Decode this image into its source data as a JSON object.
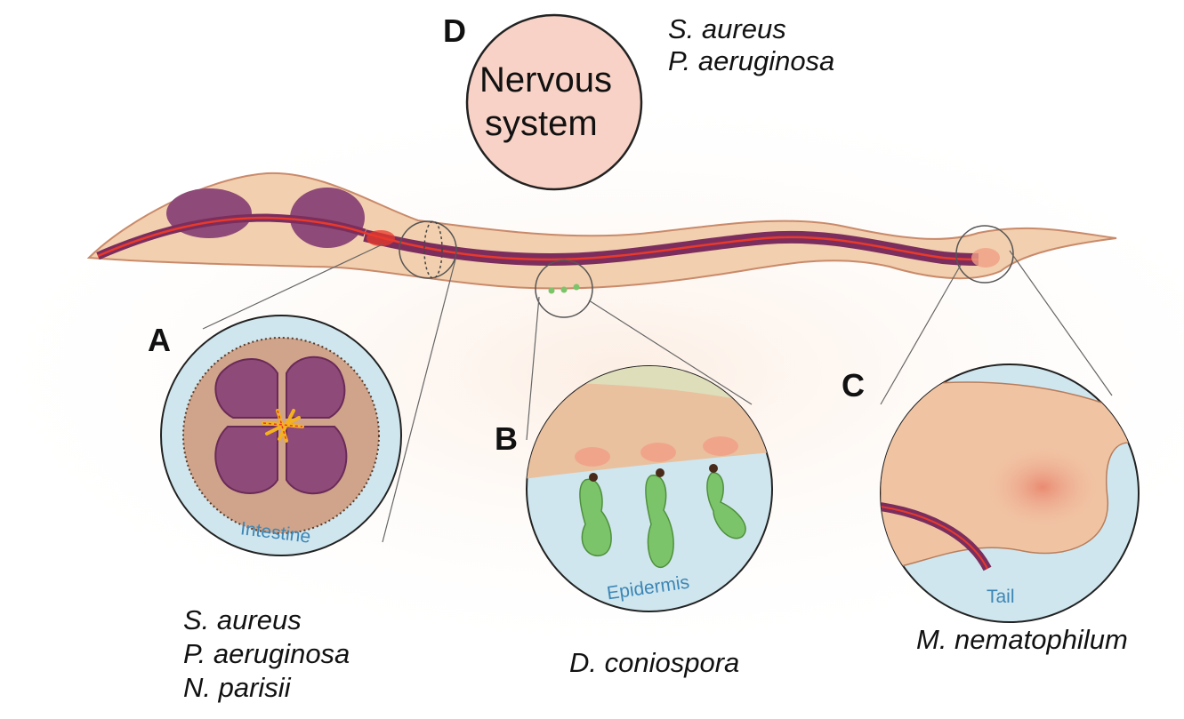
{
  "panel_d": {
    "letter": "D",
    "title_line1": "Nervous",
    "title_line2": "system",
    "species": [
      "S. aureus",
      "P. aeruginosa"
    ]
  },
  "panel_a": {
    "letter": "A",
    "tissue_label": "Intestine",
    "species": [
      "S. aureus",
      "P. aeruginosa",
      "N. parisii"
    ]
  },
  "panel_b": {
    "letter": "B",
    "tissue_label": "Epidermis",
    "species": [
      "D. coniospora"
    ]
  },
  "panel_c": {
    "letter": "C",
    "tissue_label": "Tail",
    "species": [
      "M. nematophilum"
    ]
  },
  "colors": {
    "worm_skin": "#f2cfae",
    "gut": "#7b2e5e",
    "intestine_cell": "#8e4a78",
    "inset_fluid": "#cfe6ee",
    "fungus": "#7cc46a",
    "bacteria": "#f4b21e",
    "nerve_circle": "#f8d2c6"
  }
}
